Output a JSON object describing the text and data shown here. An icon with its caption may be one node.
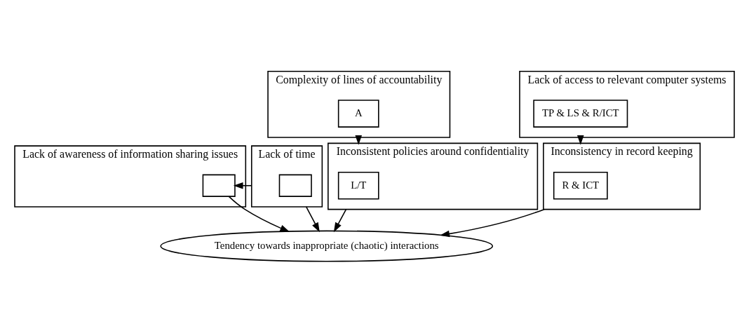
{
  "diagram": {
    "nodes": [
      {
        "text": [
          "Lack of awareness of information sharing issues"
        ]
      },
      {
        "text": [],
        "shape": "box",
        "in": 0
      },
      {
        "text": [
          "Lack of time"
        ]
      },
      {
        "text": [],
        "shape": "box",
        "in": 2
      },
      {
        "text": [
          "Complexity of lines of accountability"
        ]
      },
      {
        "text": [
          "A"
        ],
        "in": 4
      },
      {
        "text": [
          "Tendency towards inappropriate (chaotic) interactions"
        ]
      },
      {
        "text": [
          "Inconsistent policies around confidentiality"
        ]
      },
      {
        "text": [
          "L/T"
        ],
        "in": 7
      },
      {
        "text": [
          "Lack of access to relevant computer systems"
        ]
      },
      {
        "text": [
          "TP & LS & R/ICT"
        ],
        "in": 9
      },
      {
        "text": [
          "Inconsistency in record keeping"
        ]
      },
      {
        "text": [
          "R & ICT"
        ],
        "in": 11
      }
    ],
    "edges": [
      {
        "from": 2,
        "to": 1,
        "arrow": "to"
      },
      {
        "from": 1,
        "to": 6,
        "arrow": "to"
      },
      {
        "from": 2,
        "to": 6,
        "arrow": "to"
      },
      {
        "from": 4,
        "to": 7,
        "arrow": "to"
      },
      {
        "from": 7,
        "to": 6,
        "arrow": "to"
      },
      {
        "from": 9,
        "to": 11,
        "arrow": "to"
      },
      {
        "from": 11,
        "to": 6,
        "arrow": "to"
      }
    ]
  }
}
